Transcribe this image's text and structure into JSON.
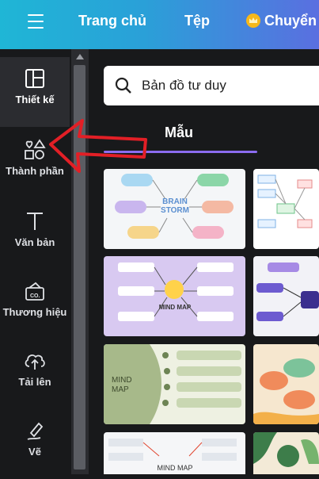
{
  "topbar": {
    "nav": [
      "Trang chủ",
      "Tệp",
      "Chuyển"
    ]
  },
  "sidebar": {
    "items": [
      {
        "label": "Thiết kế",
        "icon": "layout-icon"
      },
      {
        "label": "Thành phần",
        "icon": "shapes-icon"
      },
      {
        "label": "Văn bản",
        "icon": "text-icon"
      },
      {
        "label": "Thương hiệu",
        "icon": "brand-kit-icon"
      },
      {
        "label": "Tải lên",
        "icon": "upload-cloud-icon"
      },
      {
        "label": "Vẽ",
        "icon": "draw-pen-icon"
      }
    ]
  },
  "panel": {
    "search_value": "Bản đồ tư duy",
    "tab_label": "Mẫu",
    "templates": [
      {
        "text": "BRAIN STORM"
      },
      {
        "text": ""
      },
      {
        "text": "MIND MAP"
      },
      {
        "text": ""
      },
      {
        "text": "MIND MAP"
      },
      {
        "text": ""
      },
      {
        "text": "MIND MAP"
      },
      {
        "text": ""
      }
    ]
  },
  "colors": {
    "accent": "#8b6cf0",
    "arrow": "#e21f26",
    "topbar_start": "#1fb6d6",
    "topbar_end": "#5a6fe0"
  }
}
